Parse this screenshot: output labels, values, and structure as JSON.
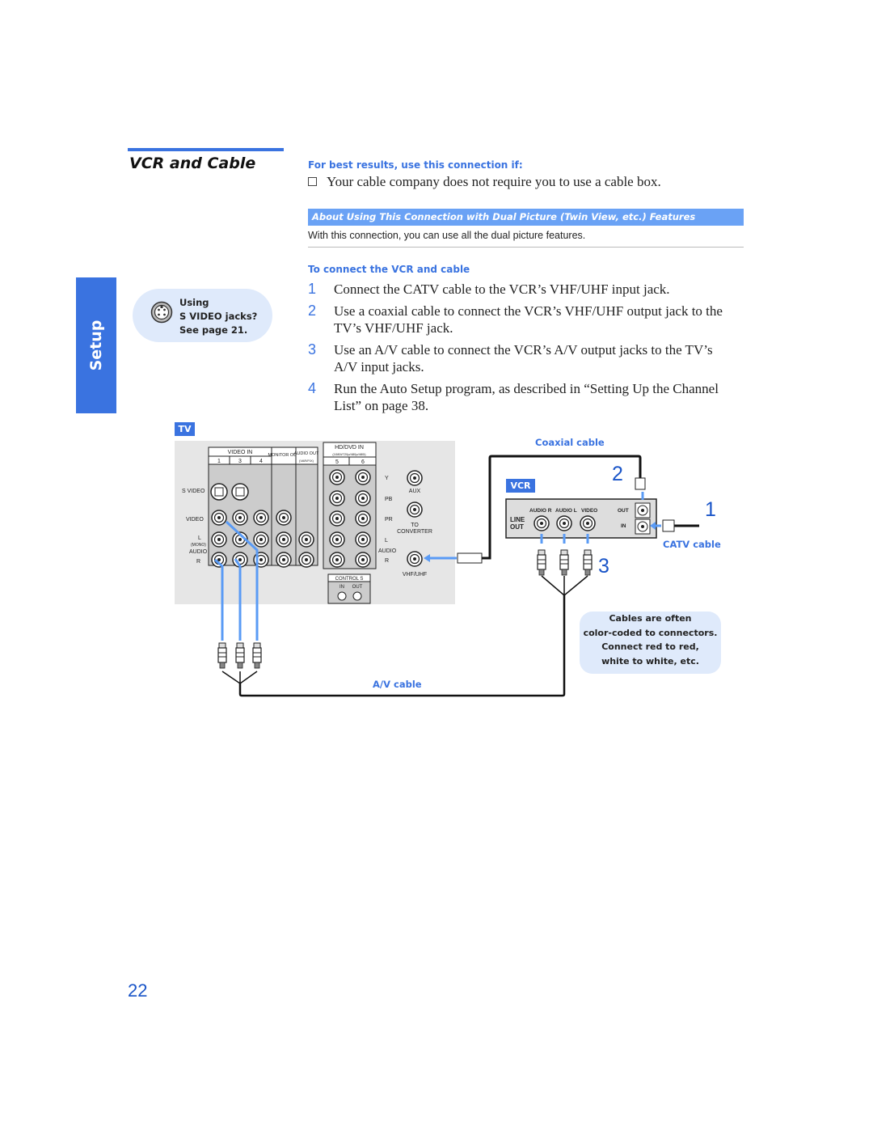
{
  "side_tab": {
    "label": "Setup"
  },
  "section": {
    "title": "VCR and Cable"
  },
  "tip": {
    "line1": "Using",
    "line2": "S VIDEO jacks?",
    "line3": "See page 21."
  },
  "best_results": {
    "heading": "For best results, use this connection if:",
    "bullet": "Your cable company does not require you to use a cable box."
  },
  "dual_picture": {
    "bar": "About Using This Connection with Dual Picture (Twin View, etc.) Features",
    "note": "With this connection, you can use all the dual picture features."
  },
  "connect": {
    "heading": "To connect the VCR and cable",
    "steps": [
      {
        "num": "1",
        "text": "Connect the CATV cable to the VCR’s VHF/UHF input jack."
      },
      {
        "num": "2",
        "text": "Use a coaxial cable to connect the VCR’s VHF/UHF output jack to the TV’s VHF/UHF jack."
      },
      {
        "num": "3",
        "text": "Use an A/V cable to connect the VCR’s A/V output jacks to the TV’s A/V input jacks."
      },
      {
        "num": "4",
        "text": "Run the Auto Setup program, as described in “Setting Up the Channel List” on page 38."
      }
    ]
  },
  "diagram": {
    "tv_tag": "TV",
    "vcr_tag": "VCR",
    "coaxial_label": "Coaxial cable",
    "catv_label": "CATV cable",
    "av_label": "A/V cable",
    "callouts": [
      "1",
      "2",
      "3"
    ],
    "cable_note": [
      "Cables are often",
      "color-coded to connectors.",
      "Connect red to red,",
      "white to white, etc."
    ],
    "tv_panel": {
      "video_in": "VIDEO IN",
      "monitor_out": "MONITOR OUT",
      "audio_out": "AUDIO OUT",
      "audio_out_sub": "(VAR/FIX)",
      "hd_dvd_in": "HD/DVD IN",
      "hd_dvd_sub": "(1080i/720p/480p/480i)",
      "inputs": [
        "1",
        "3",
        "4",
        "5",
        "6"
      ],
      "s_video": "S VIDEO",
      "video": "VIDEO",
      "l_mono": "L",
      "mono": "(MONO)",
      "audio": "AUDIO",
      "r": "R",
      "y": "Y",
      "pb": "PB",
      "pr": "PR",
      "l": "L",
      "aux": "AUX",
      "to_converter": [
        "TO",
        "CONVERTER"
      ],
      "vhf_uhf": "VHF/UHF",
      "control_s": "CONTROL S",
      "in": "IN",
      "out": "OUT"
    },
    "vcr_panel": {
      "jacks": [
        "AUDIO R",
        "AUDIO L",
        "VIDEO"
      ],
      "line_out": [
        "LINE",
        "OUT"
      ],
      "out": "OUT",
      "in": "IN"
    }
  },
  "page_number": "22",
  "colors": {
    "accent": "#3a73e0",
    "bar": "#6aa2f5",
    "bubble": "#dfeafb",
    "panel": "#e6e6e6"
  }
}
